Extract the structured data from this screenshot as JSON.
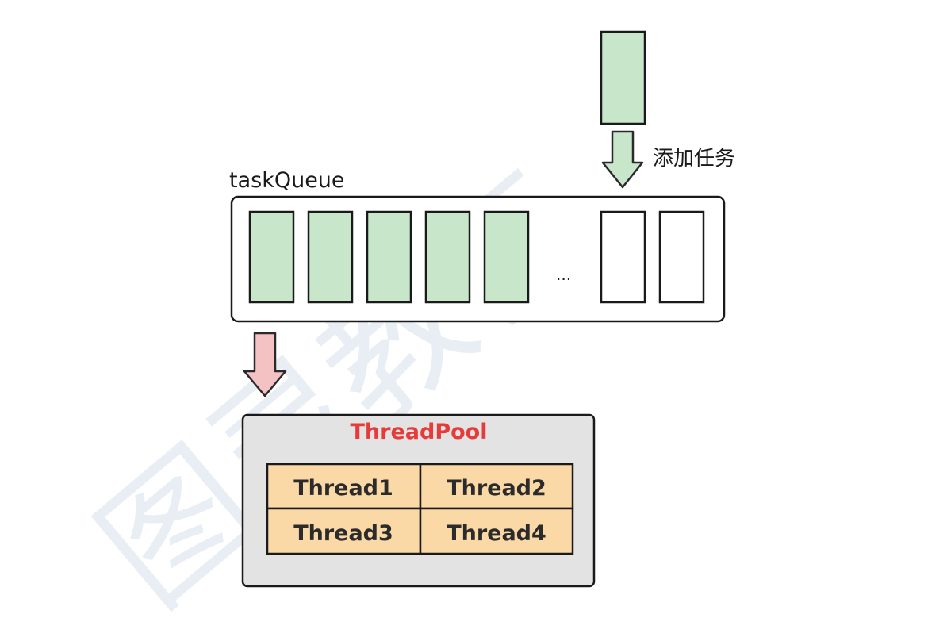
{
  "queue": {
    "label": "taskQueue",
    "filled_slots": 5,
    "empty_slots": 2,
    "ellipsis": "..."
  },
  "incoming": {
    "label": "添加任务"
  },
  "pool": {
    "title": "ThreadPool",
    "title_color": "#e63b3b",
    "threads": [
      "Thread1",
      "Thread2",
      "Thread3",
      "Thread4"
    ]
  },
  "colors": {
    "task_fill": "#c8e6ca",
    "thread_fill": "#fbd9a6",
    "pool_fill": "#e3e3e3",
    "dispatch_arrow": "#f5c2c4"
  },
  "watermark": {
    "text": "图灵教育"
  }
}
